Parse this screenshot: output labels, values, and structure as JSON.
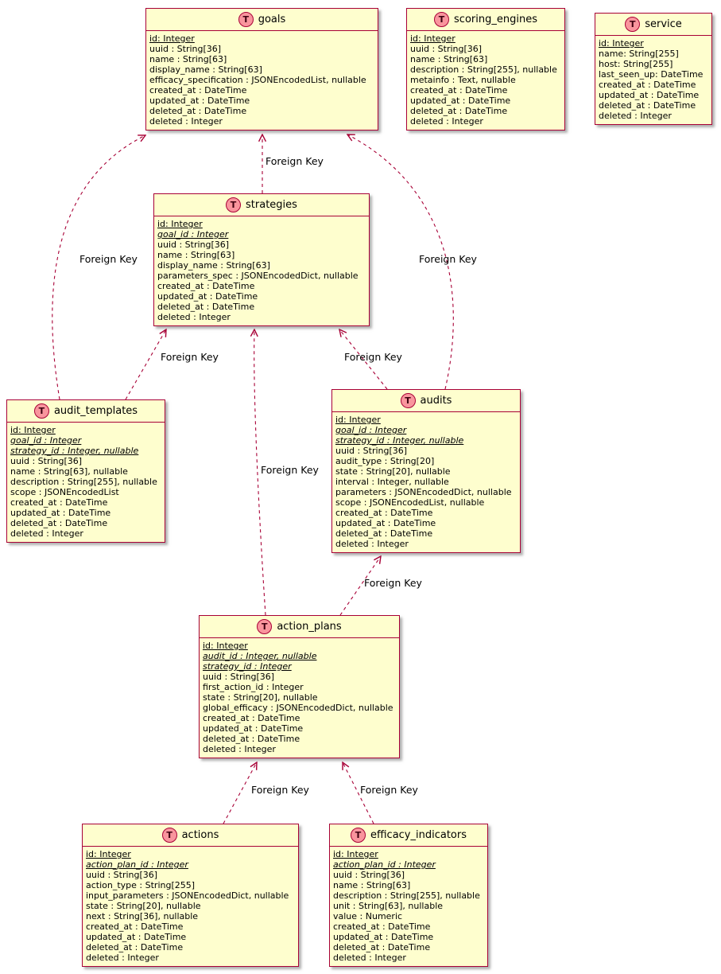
{
  "diagram": {
    "type": "er-diagram",
    "icon_letter": "T",
    "colors": {
      "table_fill": "#FEFECE",
      "table_border": "#A80036",
      "icon_fill": "#F9959D",
      "edge": "#A80036"
    },
    "tables": [
      {
        "id": "goals",
        "name": "goals",
        "fields": [
          {
            "text": "id: Integer",
            "key": "pk"
          },
          {
            "text": "uuid : String[36]"
          },
          {
            "text": "name : String[63]"
          },
          {
            "text": "display_name : String[63]"
          },
          {
            "text": "efficacy_specification : JSONEncodedList, nullable"
          },
          {
            "text": "created_at : DateTime"
          },
          {
            "text": "updated_at : DateTime"
          },
          {
            "text": "deleted_at : DateTime"
          },
          {
            "text": "deleted : Integer"
          }
        ]
      },
      {
        "id": "scoring_engines",
        "name": "scoring_engines",
        "fields": [
          {
            "text": "id: Integer",
            "key": "pk"
          },
          {
            "text": "uuid : String[36]"
          },
          {
            "text": "name : String[63]"
          },
          {
            "text": "description : String[255], nullable"
          },
          {
            "text": "metainfo : Text, nullable"
          },
          {
            "text": "created_at : DateTime"
          },
          {
            "text": "updated_at : DateTime"
          },
          {
            "text": "deleted_at : DateTime"
          },
          {
            "text": "deleted : Integer"
          }
        ]
      },
      {
        "id": "service",
        "name": "service",
        "fields": [
          {
            "text": "id: Integer",
            "key": "pk"
          },
          {
            "text": "name: String[255]"
          },
          {
            "text": "host: String[255]"
          },
          {
            "text": "last_seen_up: DateTime"
          },
          {
            "text": "created_at : DateTime"
          },
          {
            "text": "updated_at : DateTime"
          },
          {
            "text": "deleted_at : DateTime"
          },
          {
            "text": "deleted : Integer"
          }
        ]
      },
      {
        "id": "strategies",
        "name": "strategies",
        "fields": [
          {
            "text": "id: Integer",
            "key": "pk"
          },
          {
            "text": "goal_id : Integer",
            "key": "fk"
          },
          {
            "text": "uuid : String[36]"
          },
          {
            "text": "name : String[63]"
          },
          {
            "text": "display_name : String[63]"
          },
          {
            "text": "parameters_spec : JSONEncodedDict, nullable"
          },
          {
            "text": "created_at : DateTime"
          },
          {
            "text": "updated_at : DateTime"
          },
          {
            "text": "deleted_at : DateTime"
          },
          {
            "text": "deleted : Integer"
          }
        ]
      },
      {
        "id": "audit_templates",
        "name": "audit_templates",
        "fields": [
          {
            "text": "id: Integer",
            "key": "pk"
          },
          {
            "text": "goal_id : Integer",
            "key": "fk"
          },
          {
            "text": "strategy_id : Integer, nullable",
            "key": "fk"
          },
          {
            "text": "uuid : String[36]"
          },
          {
            "text": "name : String[63], nullable"
          },
          {
            "text": "description : String[255], nullable"
          },
          {
            "text": "scope : JSONEncodedList"
          },
          {
            "text": "created_at : DateTime"
          },
          {
            "text": "updated_at : DateTime"
          },
          {
            "text": "deleted_at : DateTime"
          },
          {
            "text": "deleted : Integer"
          }
        ]
      },
      {
        "id": "audits",
        "name": "audits",
        "fields": [
          {
            "text": "id: Integer",
            "key": "pk"
          },
          {
            "text": "goal_id : Integer",
            "key": "fk"
          },
          {
            "text": "strategy_id : Integer, nullable",
            "key": "fk"
          },
          {
            "text": "uuid : String[36]"
          },
          {
            "text": "audit_type : String[20]"
          },
          {
            "text": "state : String[20], nullable"
          },
          {
            "text": "interval : Integer, nullable"
          },
          {
            "text": "parameters : JSONEncodedDict, nullable"
          },
          {
            "text": "scope : JSONEncodedList, nullable"
          },
          {
            "text": "created_at : DateTime"
          },
          {
            "text": "updated_at : DateTime"
          },
          {
            "text": "deleted_at : DateTime"
          },
          {
            "text": "deleted : Integer"
          }
        ]
      },
      {
        "id": "action_plans",
        "name": "action_plans",
        "fields": [
          {
            "text": "id: Integer",
            "key": "pk"
          },
          {
            "text": "audit_id : Integer, nullable",
            "key": "fk"
          },
          {
            "text": "strategy_id : Integer",
            "key": "fk"
          },
          {
            "text": "uuid : String[36]"
          },
          {
            "text": "first_action_id : Integer"
          },
          {
            "text": "state : String[20], nullable"
          },
          {
            "text": "global_efficacy : JSONEncodedDict, nullable"
          },
          {
            "text": "created_at : DateTime"
          },
          {
            "text": "updated_at : DateTime"
          },
          {
            "text": "deleted_at : DateTime"
          },
          {
            "text": "deleted : Integer"
          }
        ]
      },
      {
        "id": "actions",
        "name": "actions",
        "fields": [
          {
            "text": "id: Integer",
            "key": "pk"
          },
          {
            "text": "action_plan_id : Integer",
            "key": "fk"
          },
          {
            "text": "uuid : String[36]"
          },
          {
            "text": "action_type : String[255]"
          },
          {
            "text": "input_parameters : JSONEncodedDict, nullable"
          },
          {
            "text": "state : String[20], nullable"
          },
          {
            "text": "next : String[36], nullable"
          },
          {
            "text": "created_at : DateTime"
          },
          {
            "text": "updated_at : DateTime"
          },
          {
            "text": "deleted_at : DateTime"
          },
          {
            "text": "deleted : Integer"
          }
        ]
      },
      {
        "id": "efficacy_indicators",
        "name": "efficacy_indicators",
        "fields": [
          {
            "text": "id: Integer",
            "key": "pk"
          },
          {
            "text": "action_plan_id : Integer",
            "key": "fk"
          },
          {
            "text": "uuid : String[36]"
          },
          {
            "text": "name : String[63]"
          },
          {
            "text": "description : String[255], nullable"
          },
          {
            "text": "unit : String[63], nullable"
          },
          {
            "text": "value : Numeric"
          },
          {
            "text": "created_at : DateTime"
          },
          {
            "text": "updated_at : DateTime"
          },
          {
            "text": "deleted_at : DateTime"
          },
          {
            "text": "deleted : Integer"
          }
        ]
      }
    ],
    "relations": [
      {
        "from": "strategies",
        "to": "goals",
        "label": "Foreign Key"
      },
      {
        "from": "audit_templates",
        "to": "goals",
        "label": "Foreign Key"
      },
      {
        "from": "audit_templates",
        "to": "strategies",
        "label": "Foreign Key"
      },
      {
        "from": "audits",
        "to": "goals",
        "label": "Foreign Key"
      },
      {
        "from": "audits",
        "to": "strategies",
        "label": "Foreign Key"
      },
      {
        "from": "action_plans",
        "to": "strategies",
        "label": "Foreign Key"
      },
      {
        "from": "action_plans",
        "to": "audits",
        "label": "Foreign Key"
      },
      {
        "from": "actions",
        "to": "action_plans",
        "label": "Foreign Key"
      },
      {
        "from": "efficacy_indicators",
        "to": "action_plans",
        "label": "Foreign Key"
      }
    ]
  }
}
